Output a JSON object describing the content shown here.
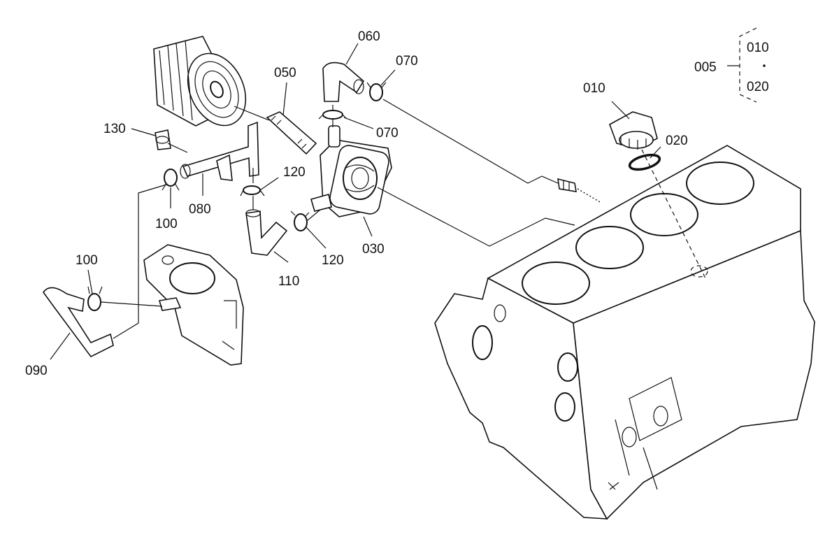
{
  "callouts": {
    "p005": "005",
    "p010_group": "010",
    "p020_group": "020",
    "p010": "010",
    "p020": "020",
    "p030": "030",
    "p050": "050",
    "p060": "060",
    "p070_top": "070",
    "p070_mid": "070",
    "p080": "080",
    "p090": "090",
    "p100_left": "100",
    "p100_low": "100",
    "p110": "110",
    "p120_top": "120",
    "p120_low": "120",
    "p130": "130"
  }
}
